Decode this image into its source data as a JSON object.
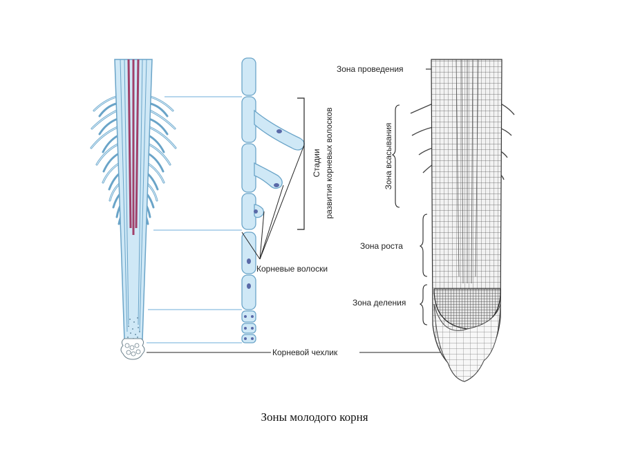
{
  "labels": {
    "conduction_zone": "Зона проведения",
    "absorption_zone": "Зона всасывания",
    "growth_zone": "Зона роста",
    "division_zone": "Зона деления",
    "root_cap": "Корневой чехлик",
    "root_hairs": "Корневые волоски",
    "stages_line1": "Стадии",
    "stages_line2": "развития корневых волосков"
  },
  "caption": "Зоны молодого корня",
  "colors": {
    "root_fill": "#cfe8f6",
    "root_outline": "#6aa4c8",
    "vascular": "#a0406a",
    "guide_line": "#9ec8e6",
    "ink": "#222222"
  }
}
